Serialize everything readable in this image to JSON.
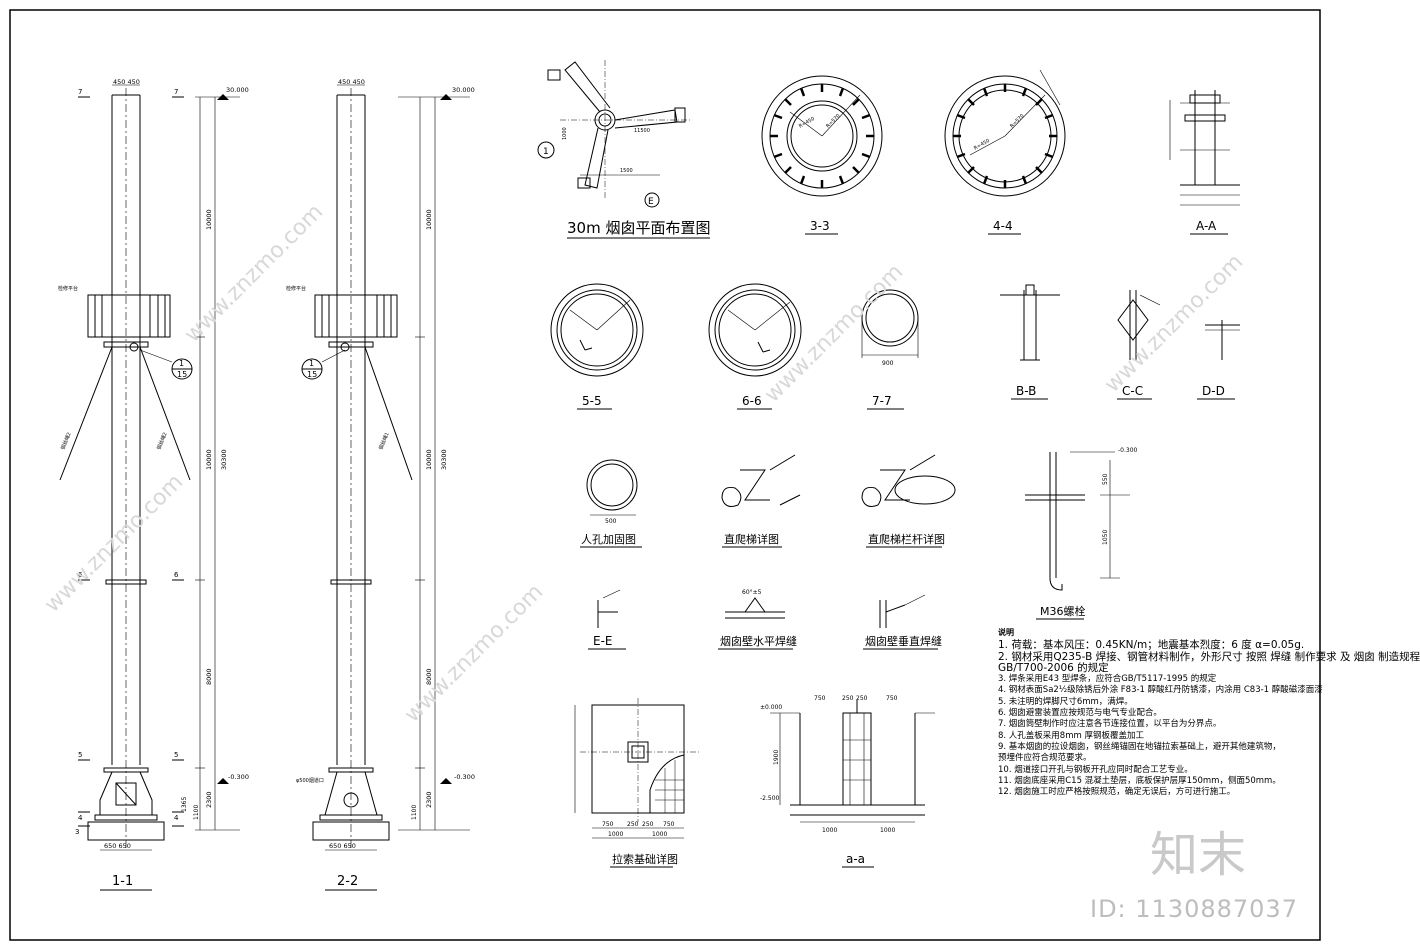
{
  "drawing": {
    "border_color": "#000000",
    "watermark_color": "#bdbdbd",
    "watermark_text": "www.znzmo.com",
    "watermark_logo": "知末",
    "watermark_id": "ID: 1130887037"
  },
  "elevations": {
    "e11": {
      "title": "1-1",
      "top_width": "450  450",
      "elev_top": "30.000",
      "elev_ground": "-0.300",
      "dim_upper": "10000",
      "dim_mid": "10000",
      "dim_total": "30300",
      "dim_lower": "8000",
      "dim_base": "2300",
      "dim_b1": "1100",
      "dim_b2": "1365",
      "dim_bottom": "650  650",
      "platform_label": "检修平台",
      "detail_num": "1",
      "detail_sheet": "15",
      "cable_l": "钢丝绳2",
      "cable_r": "钢丝绳2",
      "sec7": "7",
      "sec6": "6",
      "sec5": "5",
      "sec4": "4",
      "sec3": "3"
    },
    "e22": {
      "title": "2-2",
      "top_width": "450  450",
      "elev_top": "30.000",
      "elev_ground": "-0.300",
      "dim_upper": "10000",
      "dim_mid": "10000",
      "dim_total": "30300",
      "dim_lower": "8000",
      "dim_base": "2300",
      "dim_b1": "1100",
      "dim_bottom": "650  650",
      "platform_label": "检修平台",
      "detail_num": "1",
      "detail_sheet": "15",
      "cable_l": "钢丝绳1",
      "opening": "φ500烟道口"
    }
  },
  "views": {
    "plan_title": "30m 烟囱平面布置图",
    "plan_axis1": "1",
    "plan_axisE": "E",
    "plan_dims": [
      "1500",
      "1000",
      "11500",
      "1500",
      "1000"
    ],
    "s33": "3-3",
    "s44": "4-4",
    "sAA": "A-A",
    "s55": "5-5",
    "s66": "6-6",
    "s77": "7-7",
    "sBB": "B-B",
    "sCC": "C-C",
    "sDD": "D-D",
    "manhole": "人孔加固图",
    "ladder": "直爬梯详图",
    "ladder_rail": "直爬梯栏杆详图",
    "bolt": "M36螺栓",
    "sEE": "E-E",
    "hweld": "烟囱壁水平焊缝",
    "vweld": "烟囱壁垂直焊缝",
    "found": "拉索基础详图",
    "saa": "a-a",
    "r33": [
      "R=450",
      "R=570"
    ],
    "r44": [
      "R=450",
      "R=570"
    ],
    "d77": "900",
    "d_manhole": "500",
    "found_dims": [
      "750",
      "250",
      "250",
      "750",
      "1000",
      "1000"
    ],
    "saa_dims": [
      "750",
      "250",
      "250",
      "750",
      "1000",
      "1000"
    ],
    "saa_elev_top": "±0.000",
    "saa_elev_bot": "-2.500",
    "saa_depth": "1900",
    "bolt_elev": "-0.300",
    "bolt_dims": [
      "550",
      "1050"
    ],
    "weld_angle": "60°±5"
  },
  "notes": {
    "heading": "说明",
    "lines": [
      "1. 荷载：基本风压：0.45KN/m；地震基本烈度：6 度 α=0.05g.",
      "2. 钢材采用Q235-B 焊接、钢管材料制作，外形尺寸 按照 焊缝 制作要求 及 烟囱 制造规程",
      "GB/T700-2006 的规定",
      "3. 焊条采用E43 型焊条，应符合GB/T5117-1995 的规定",
      "4. 钢材表面Sa2½级除锈后外涂 F83-1 醇酸红丹防锈漆，内涂用 C83-1 醇酸磁漆面漆",
      "5. 未注明的焊脚尺寸6mm，满焊。",
      "6. 烟囱避雷装置应按规范与电气专业配合。",
      "7. 烟囱筒壁制作时应注意各节连接位置，以平台为分界点。",
      "8. 人孔盖板采用8mm 厚钢板覆盖加工",
      "9. 基本烟囱的拉设烟囱，钢丝绳锚固在地锚拉索基础上，避开其他建筑物，",
      "   预埋件应符合规范要求。",
      "10. 烟道接口开孔与钢板开孔应同时配合工艺专业。",
      "11. 烟囱底座采用C15 混凝土垫层，底板保护层厚150mm，侧面50mm。",
      "12. 烟囱施工时应严格按照规范，确定无误后，方可进行施工。"
    ]
  }
}
